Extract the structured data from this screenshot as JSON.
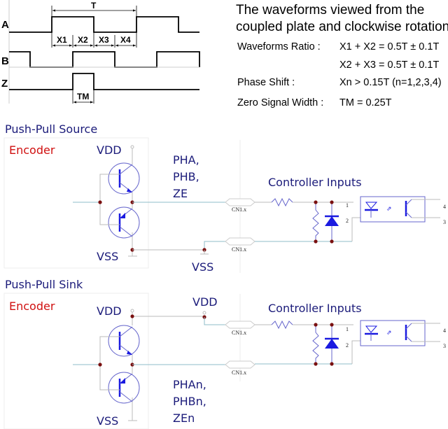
{
  "waveform": {
    "signals": [
      "A",
      "B",
      "Z"
    ],
    "period_label": "T",
    "intervals": [
      "X1",
      "X2",
      "X3",
      "X4"
    ],
    "zero_width_label": "TM"
  },
  "specs": {
    "title_line1": "The waveforms viewed from the",
    "title_line2": "coupled plate and clockwise rotation",
    "rows": [
      {
        "label": "Waveforms Ratio :",
        "value": "X1 + X2 = 0.5T ± 0.1T"
      },
      {
        "label": "",
        "value": "X2 + X3 = 0.5T ± 0.1T"
      },
      {
        "label": "Phase Shift :",
        "value": "Xn > 0.15T (n=1,2,3,4)"
      },
      {
        "label": "Zero Signal Width :",
        "value": "TM = 0.25T"
      }
    ]
  },
  "source": {
    "title": "Push-Pull Source",
    "encoder_label": "Encoder",
    "vdd": "VDD",
    "vss": "VSS",
    "outputs": [
      "PHA,",
      "PHB,",
      "ZE"
    ],
    "ground_label": "VSS",
    "controller_label": "Controller Inputs",
    "connector_labels": [
      "CN1.x",
      "CN1.x"
    ],
    "pins": [
      "1",
      "2",
      "4",
      "3"
    ]
  },
  "sink": {
    "title": "Push-Pull Sink",
    "encoder_label": "Encoder",
    "vdd": "VDD",
    "vss": "VSS",
    "supply_label": "VDD",
    "outputs": [
      "PHAn,",
      "PHBn,",
      "ZEn"
    ],
    "controller_label": "Controller Inputs",
    "connector_labels": [
      "CN1.x",
      "CN1.x"
    ],
    "pins": [
      "1",
      "2",
      "4",
      "3"
    ]
  },
  "colors": {
    "title_blue": "#1b1b7a",
    "encoder_red": "#d01010",
    "component_blue": "#1a1ae0",
    "wire": "#8fbcc8",
    "node": "#7a1010"
  }
}
